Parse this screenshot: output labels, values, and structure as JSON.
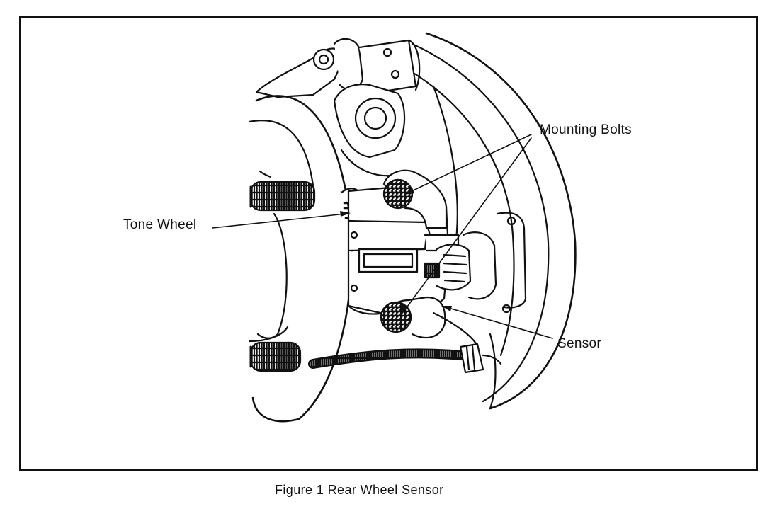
{
  "figure": {
    "caption": "Figure 1 Rear Wheel Sensor",
    "callouts": {
      "mounting_bolts": "Mounting Bolts",
      "tone_wheel": "Tone Wheel",
      "sensor": "Sensor"
    }
  },
  "colors": {
    "ink": "#111111",
    "paper": "#ffffff"
  }
}
